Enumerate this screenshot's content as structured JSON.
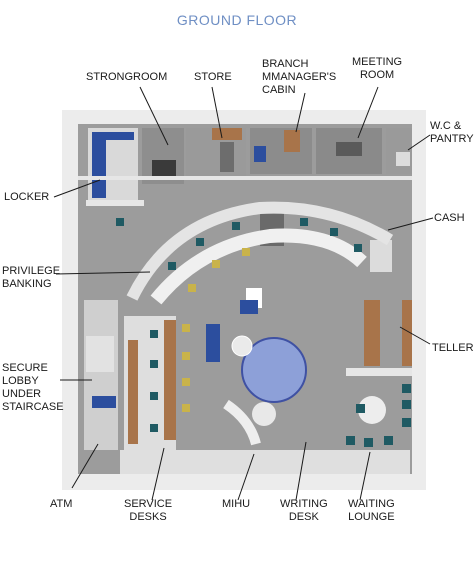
{
  "title": "GROUND FLOOR",
  "labels": {
    "strongroom": "STRONGROOM",
    "store": "STORE",
    "branch_manager": [
      "BRANCH",
      "MMANAGER'S",
      "CABIN"
    ],
    "meeting_room": [
      "MEETING",
      "ROOM"
    ],
    "wc_pantry": [
      "W.C &",
      "PANTRY"
    ],
    "locker": "LOCKER",
    "cash": "CASH",
    "privilege_banking": [
      "PRIVILEGE",
      "BANKING"
    ],
    "teller": "TELLER",
    "secure_lobby": [
      "SECURE",
      "LOBBY",
      "UNDER",
      "STAIRCASE"
    ],
    "atm": "ATM",
    "service_desks": [
      "SERVICE",
      "DESKS"
    ],
    "mihu": "MIHU",
    "writing_desk": [
      "WRITING",
      "DESK"
    ],
    "waiting_lounge": [
      "WAITING",
      "LOUNGE"
    ]
  },
  "colors": {
    "title": "#6f8fc4",
    "wall": "#e9e9e9",
    "floor": "#9a9a9a",
    "wood": "#a8744a",
    "blue": "#2c4e9e",
    "teal": "#1f5a63",
    "gold": "#c9b34a"
  }
}
